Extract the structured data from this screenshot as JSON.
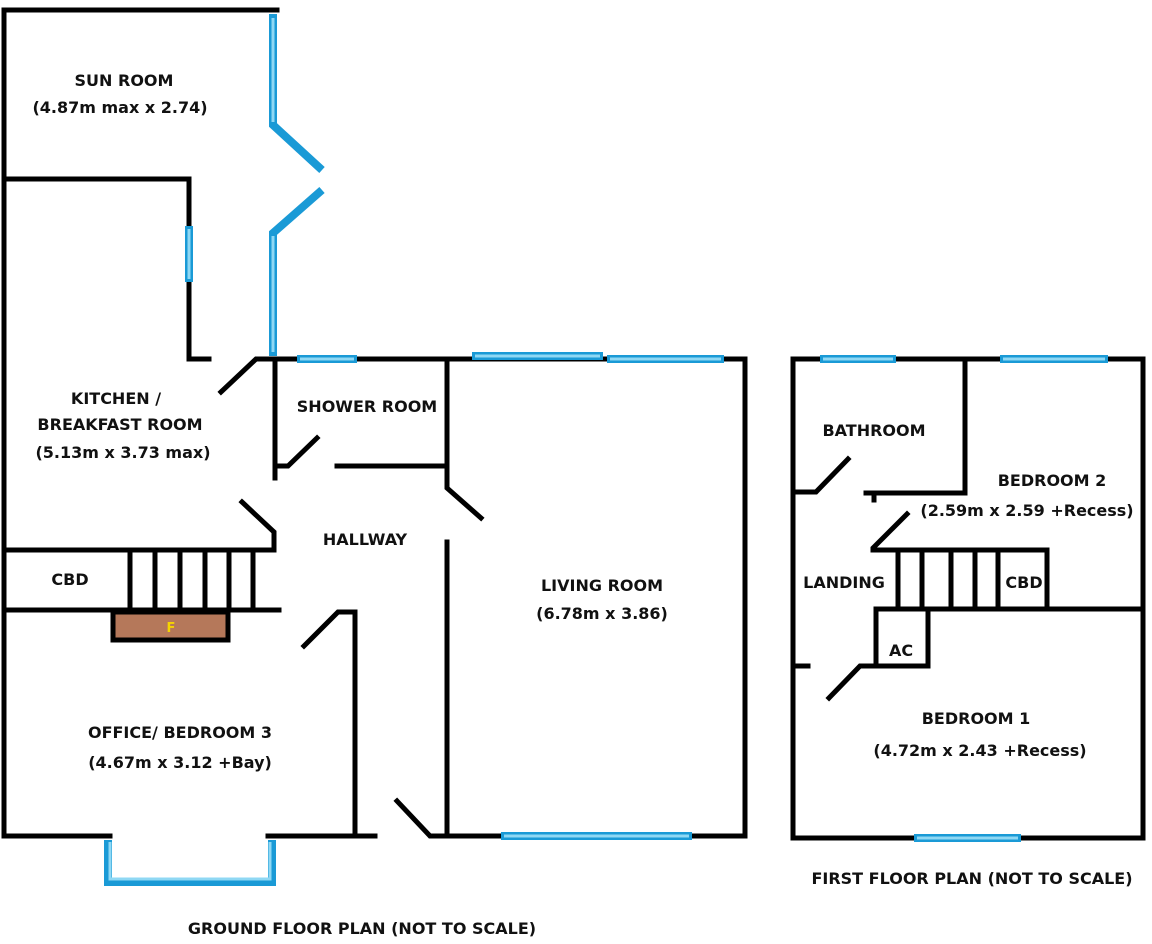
{
  "colors": {
    "wall": "#000000",
    "window": "#1a9ad6",
    "window_inner": "#8fd8f4",
    "fireplace": "#b5785a",
    "fireplace_label": "#f5d400"
  },
  "ground_floor": {
    "caption": "GROUND FLOOR PLAN (NOT TO SCALE)",
    "rooms": {
      "sun_room": {
        "name": "SUN ROOM",
        "size": "(4.87m max x 2.74)"
      },
      "kitchen": {
        "name_line1": "KITCHEN /",
        "name_line2": "BREAKFAST ROOM",
        "size": "(5.13m x 3.73 max)"
      },
      "shower_room": {
        "name": "SHOWER ROOM"
      },
      "hallway": {
        "name": "HALLWAY"
      },
      "cbd": {
        "name": "CBD"
      },
      "fireplace": {
        "name": "F"
      },
      "living_room": {
        "name": "LIVING ROOM",
        "size": "(6.78m x 3.86)"
      },
      "office": {
        "name": "OFFICE/ BEDROOM 3",
        "size": "(4.67m x 3.12 +Bay)"
      }
    }
  },
  "first_floor": {
    "caption": "FIRST FLOOR PLAN (NOT TO SCALE)",
    "rooms": {
      "bathroom": {
        "name": "BATHROOM"
      },
      "bedroom2": {
        "name": "BEDROOM 2",
        "size": "(2.59m x 2.59 +Recess)"
      },
      "landing": {
        "name": "LANDING"
      },
      "cbd": {
        "name": "CBD"
      },
      "ac": {
        "name": "AC"
      },
      "bedroom1": {
        "name": "BEDROOM 1",
        "size": "(4.72m x 2.43 +Recess)"
      }
    }
  }
}
